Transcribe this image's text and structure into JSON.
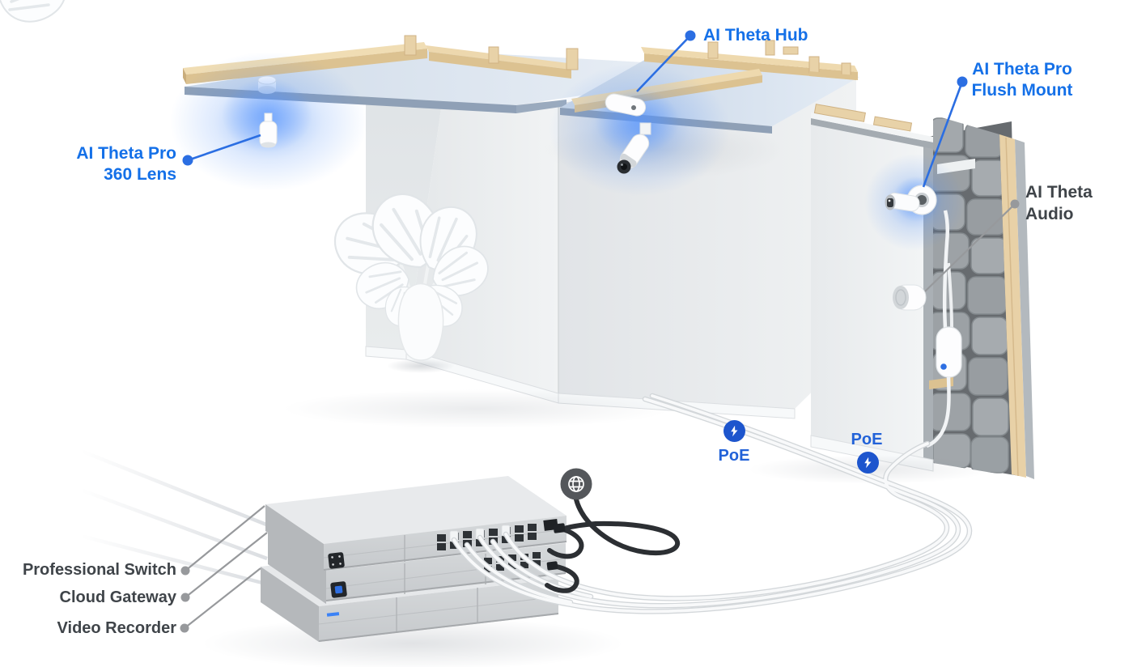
{
  "labels": {
    "hub": {
      "text": "AI Theta Hub"
    },
    "flush_mount": {
      "line1": "AI Theta Pro",
      "line2": "Flush Mount"
    },
    "lens_360": {
      "line1": "AI Theta Pro",
      "line2": "360 Lens"
    },
    "audio": {
      "line1": "AI Theta",
      "line2": "Audio"
    },
    "poe_ceiling": {
      "text": "PoE"
    },
    "poe_wall": {
      "text": "PoE"
    },
    "devices": [
      {
        "text": "Professional Switch"
      },
      {
        "text": "Cloud Gateway"
      },
      {
        "text": "Video Recorder"
      }
    ]
  },
  "icons": {
    "poe_ceiling": "lightning-bolt-icon",
    "poe_wall": "lightning-bolt-icon",
    "internet": "globe-icon"
  },
  "colors": {
    "label_blue": "#1470e8",
    "leader_blue": "#2b6ee2",
    "poe_badge_blue": "#1d55cd",
    "poe_text_blue": "#2262d8",
    "dark_text": "#3f4449",
    "leader_gray": "#97999c",
    "globe_bg": "#54575b",
    "glow_blue": "#4a8bf5"
  }
}
